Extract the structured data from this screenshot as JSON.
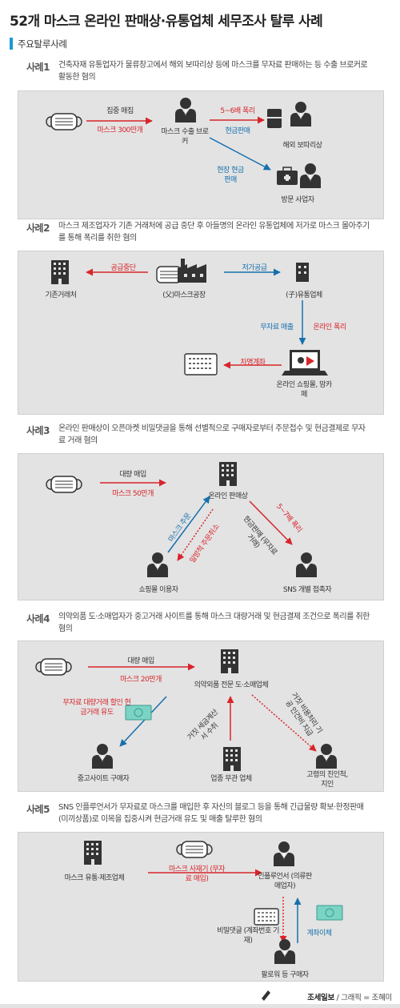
{
  "title": "52개 마스크 온라인 판매상·유통업체 세무조사 탈루 사례",
  "section_heading": "주요탈루사례",
  "cases": [
    {
      "label": "사례1",
      "desc": "건축자재 유통업자가 물류창고에서 해외 보따리상 등에 마스크를 무자료 판매하는 등 수출 브로커로 활동한 혐의",
      "buy_label": "집중 매집",
      "buy_amount": "마스크 300만개",
      "broker": "마스크 수출 브로커",
      "profit": "5~6배 폭리",
      "cash_sale": "현금판매",
      "site_cash": "현장 현금판매",
      "peddler": "해외 보따리상",
      "visitor": "방문 사업자"
    },
    {
      "label": "사례2",
      "desc": "마스크 제조업자가 기존 거래처에 공급 중단 후 아들명의 온라인 유통업체에 저가로 마스크 몰아주기를 통해 폭리를 취한 혐의",
      "factory": "(父)마스크공장",
      "existing": "기존거래처",
      "supply_stop": "공급중단",
      "low_supply": "저가공급",
      "son_company": "(子)유통업체",
      "no_record_sale": "무자료 매출",
      "online_profit": "온라인 폭리",
      "borrowed_account": "차명계좌",
      "online_mall": "온라인 쇼핑몰, 맘카페"
    },
    {
      "label": "사례3",
      "desc": "온라인 판매상이 오픈마켓 비밀댓글을 통해 선별적으로 구매자로부터 주문접수 및 현금결제로 무자료 거래 혐의",
      "bulk_buy": "대량 매입",
      "amount": "마스크 50만개",
      "seller": "온라인 판매상",
      "order": "마스크 주문",
      "cancel": "일방적 주문취소",
      "profit": "5~7배 폭리",
      "cash_sale": "현금판매 (무자료거래)",
      "shopper": "쇼핑몰 이용자",
      "sns": "SNS 개별 접촉자"
    },
    {
      "label": "사례4",
      "desc": "의약외품 도·소매업자가 중고거래 사이트를 통해 마스크 대량거래 및 현금결제 조건으로 폭리를 취한 혐의",
      "bulk_buy": "대량 매입",
      "amount": "마스크 20만개",
      "dealer": "의약외품 전문 도·소매업체",
      "induce": "무자료 대량거래 할인 현금거래 유도",
      "fake_invoice": "거짓 세금계산서 수취",
      "fake_expense": "거짓 비용처리 기공 인건비 지급",
      "used_buyer": "중고사이트 구매자",
      "unrelated": "업종 무관 업체",
      "relatives": "고령의 친인척, 지인"
    },
    {
      "label": "사례5",
      "desc": "SNS 인플루언서가 무자료로 마스크를 매입한 후 자신의 블로그 등을 통해 긴급물량 확보·한정판매(미끼상품)로 이목을 집중시켜 현금거래 유도 및 매출 탈루한 혐의",
      "maker": "마스크 유통·제조업체",
      "buy": "마스크 사재기 (무자료 매입)",
      "influencer": "인플루언서 (의류판매업자)",
      "secret_comment": "비밀댓글 (계좌번호 기재)",
      "transfer": "계좌이체",
      "follower": "팔로워 등 구매자"
    }
  ],
  "footer": {
    "brand": "조세일보",
    "credit": "/ 그래픽 = 조혜미"
  },
  "colors": {
    "red": "#d8252b",
    "blue": "#1570ad",
    "box": "#e3e3e3",
    "accent": "#1a9ad6"
  }
}
